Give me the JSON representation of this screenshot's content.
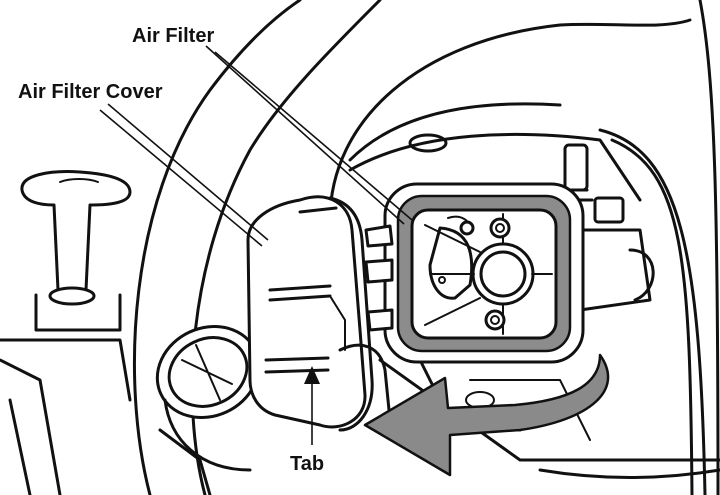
{
  "labels": {
    "air_filter": "Air Filter",
    "air_filter_cover": "Air Filter Cover",
    "tab": "Tab"
  },
  "colors": {
    "line": "#111111",
    "gasket": "#8c8c8c",
    "arrow": "#8a8a8a",
    "background": "#ffffff"
  }
}
